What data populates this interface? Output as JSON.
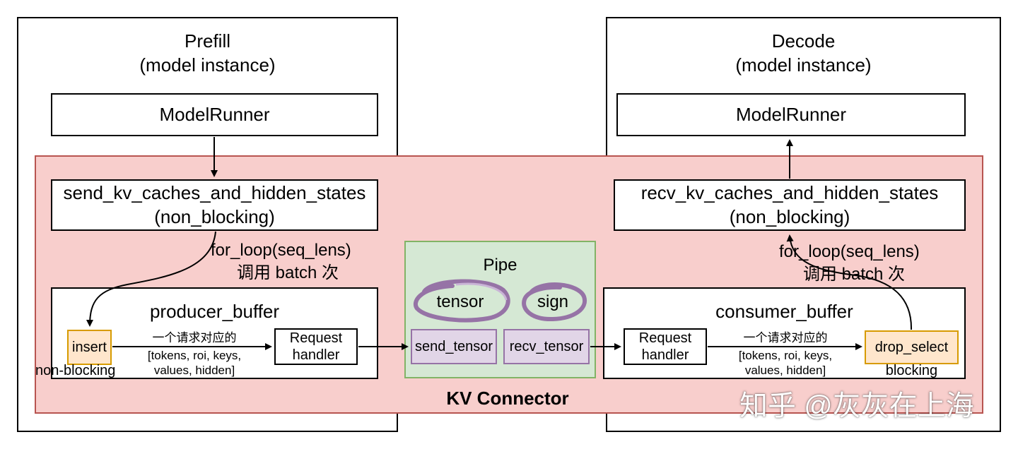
{
  "prefill": {
    "title": "Prefill",
    "subtitle": "(model instance)",
    "model_runner": "ModelRunner",
    "send_line1": "send_kv_caches_and_hidden_states",
    "send_line2": "(non_blocking)",
    "loop_line1": "for_loop(seq_lens)",
    "loop_line2": "调用 batch 次",
    "buffer_title": "producer_buffer",
    "insert": "insert",
    "insert_mode": "non-blocking",
    "req_line1": "一个请求对应的",
    "req_line2": "[tokens, roi,  keys,",
    "req_line3": "values, hidden]",
    "handler_line1": "Request",
    "handler_line2": "handler"
  },
  "decode": {
    "title": "Decode",
    "subtitle": "(model instance)",
    "model_runner": "ModelRunner",
    "recv_line1": "recv_kv_caches_and_hidden_states",
    "recv_line2": "(non_blocking)",
    "loop_line1": "for_loop(seq_lens)",
    "loop_line2": "调用 batch 次",
    "buffer_title": "consumer_buffer",
    "drop_select": "drop_select",
    "drop_mode": "blocking",
    "req_line1": "一个请求对应的",
    "req_line2": "[tokens, roi,  keys,",
    "req_line3": "values, hidden]",
    "handler_line1": "Request",
    "handler_line2": "handler"
  },
  "pipe": {
    "title": "Pipe",
    "tensor": "tensor",
    "sign": "sign",
    "send_tensor": "send_tensor",
    "recv_tensor": "recv_tensor"
  },
  "kv_connector": {
    "label": "KV Connector"
  },
  "watermark": "知乎 @灰灰在上海",
  "colors": {
    "kv_fill": "#f8cecc",
    "kv_border": "#b85450",
    "pipe_fill": "#d5e8d4",
    "pipe_border": "#82b366",
    "tensor_fill": "#e1d5e7",
    "tensor_border": "#9673a6",
    "node_fill": "#ffe6cc",
    "node_border": "#d79b00"
  }
}
